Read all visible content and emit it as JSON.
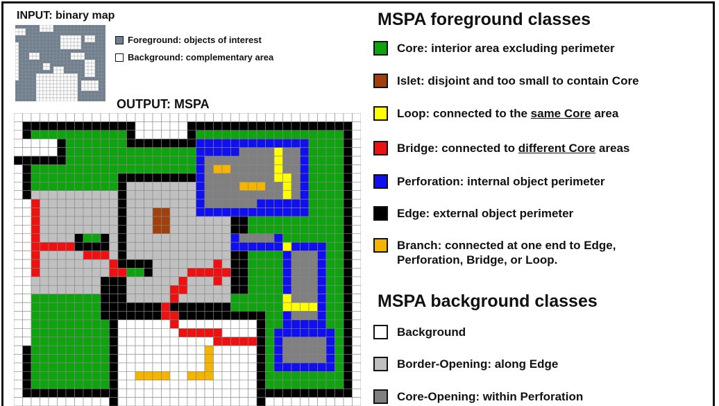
{
  "input": {
    "title": "INPUT: binary map",
    "legend": [
      {
        "label": "Foreground: objects of interest",
        "color": "#6e7f8f"
      },
      {
        "label": "Background: complementary area",
        "color": "#ffffff"
      }
    ]
  },
  "output": {
    "title": "OUTPUT: MSPA"
  },
  "foreground": {
    "title": "MSPA foreground classes",
    "items": [
      {
        "name": "Core",
        "color": "#0fa40f",
        "pre": "Core: interior area excluding perimeter",
        "u": "",
        "post": ""
      },
      {
        "name": "Islet",
        "color": "#a0400c",
        "pre": "Islet: disjoint and too small to contain Core",
        "u": "",
        "post": ""
      },
      {
        "name": "Loop",
        "color": "#ffff00",
        "pre": "Loop: connected to the ",
        "u": "same Core",
        "post": " area"
      },
      {
        "name": "Bridge",
        "color": "#ee1111",
        "pre": "Bridge: connected to ",
        "u": "different Core",
        "post": " areas"
      },
      {
        "name": "Perforation",
        "color": "#1010ee",
        "pre": "Perforation: internal object perimeter",
        "u": "",
        "post": ""
      },
      {
        "name": "Edge",
        "color": "#000000",
        "pre": "Edge: external object perimeter",
        "u": "",
        "post": ""
      },
      {
        "name": "Branch",
        "color": "#f5b400",
        "pre": "Branch: connected at one end to Edge,",
        "u": "",
        "post": "",
        "line2": "Perforation, Bridge, or Loop."
      }
    ]
  },
  "background": {
    "title": "MSPA background classes",
    "items": [
      {
        "name": "Background",
        "color": "#ffffff",
        "pre": "Background",
        "u": "",
        "post": ""
      },
      {
        "name": "Border-Opening",
        "color": "#c0c0c0",
        "pre": "Border-Opening: along Edge",
        "u": "",
        "post": ""
      },
      {
        "name": "Core-Opening",
        "color": "#808080",
        "pre": "Core-Opening: within Perforation",
        "u": "",
        "post": ""
      }
    ]
  }
}
